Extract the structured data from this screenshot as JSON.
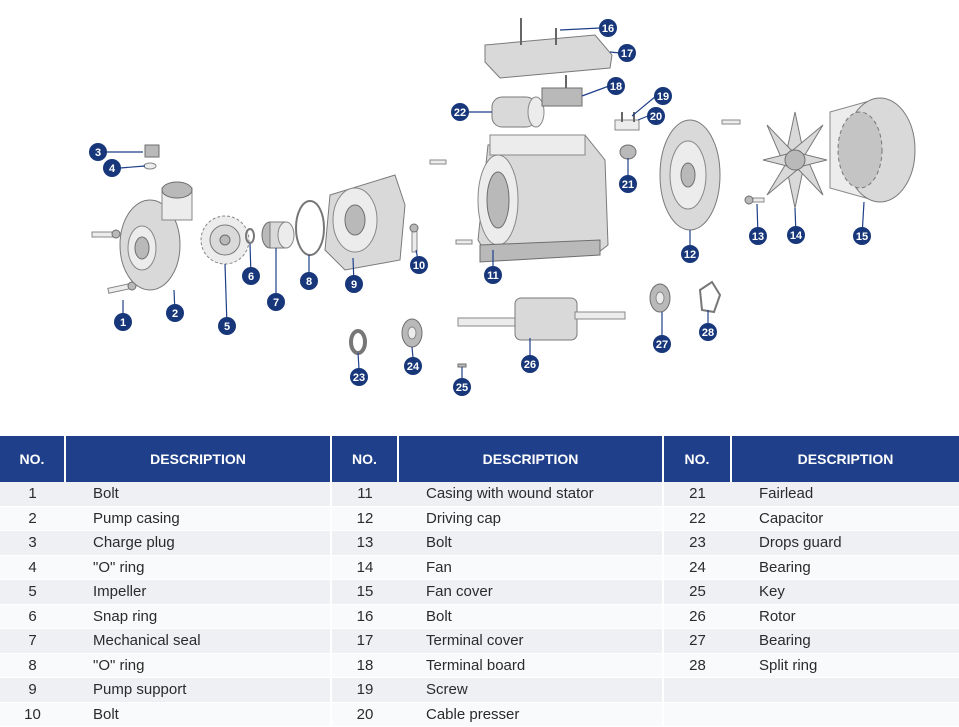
{
  "table": {
    "headers": [
      "NO.",
      "DESCRIPTION",
      "NO.",
      "DESCRIPTION",
      "NO.",
      "DESCRIPTION"
    ],
    "rows": [
      [
        {
          "no": "1",
          "desc": "Bolt"
        },
        {
          "no": "11",
          "desc": "Casing with wound stator"
        },
        {
          "no": "21",
          "desc": "Fairlead"
        }
      ],
      [
        {
          "no": "2",
          "desc": "Pump casing"
        },
        {
          "no": "12",
          "desc": "Driving cap"
        },
        {
          "no": "22",
          "desc": "Capacitor"
        }
      ],
      [
        {
          "no": "3",
          "desc": "Charge plug"
        },
        {
          "no": "13",
          "desc": "Bolt"
        },
        {
          "no": "23",
          "desc": "Drops guard"
        }
      ],
      [
        {
          "no": "4",
          "desc": "\"O\" ring"
        },
        {
          "no": "14",
          "desc": "Fan"
        },
        {
          "no": "24",
          "desc": "Bearing"
        }
      ],
      [
        {
          "no": "5",
          "desc": "Impeller"
        },
        {
          "no": "15",
          "desc": "Fan cover"
        },
        {
          "no": "25",
          "desc": "Key"
        }
      ],
      [
        {
          "no": "6",
          "desc": "Snap ring"
        },
        {
          "no": "16",
          "desc": "Bolt"
        },
        {
          "no": "26",
          "desc": "Rotor"
        }
      ],
      [
        {
          "no": "7",
          "desc": "Mechanical seal"
        },
        {
          "no": "17",
          "desc": "Terminal cover"
        },
        {
          "no": "27",
          "desc": "Bearing"
        }
      ],
      [
        {
          "no": "8",
          "desc": "\"O\" ring"
        },
        {
          "no": "18",
          "desc": "Terminal board"
        },
        {
          "no": "28",
          "desc": "Split ring"
        }
      ],
      [
        {
          "no": "9",
          "desc": "Pump support"
        },
        {
          "no": "19",
          "desc": "Screw"
        },
        {
          "no": "",
          "desc": ""
        }
      ],
      [
        {
          "no": "10",
          "desc": "Bolt"
        },
        {
          "no": "20",
          "desc": "Cable presser"
        },
        {
          "no": "",
          "desc": ""
        }
      ]
    ]
  },
  "badges": [
    "1",
    "2",
    "3",
    "4",
    "5",
    "6",
    "7",
    "8",
    "9",
    "10",
    "11",
    "12",
    "13",
    "14",
    "15",
    "16",
    "17",
    "18",
    "19",
    "20",
    "21",
    "22",
    "23",
    "24",
    "25",
    "26",
    "27",
    "28"
  ],
  "colors": {
    "header_bg": "#1f3f8a",
    "badge": "#17377a",
    "row_a": "#eef0f4",
    "row_b": "#f9fafb"
  }
}
